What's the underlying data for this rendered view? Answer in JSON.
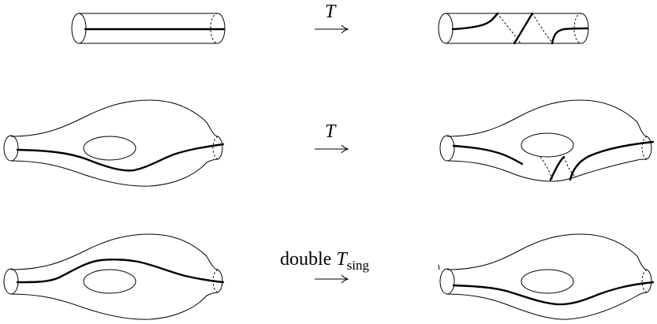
{
  "arrows": [
    {
      "label": "T",
      "subscript": ""
    },
    {
      "label": "T",
      "subscript": ""
    },
    {
      "prefix": "double",
      "label": "T",
      "subscript": "sing"
    }
  ]
}
